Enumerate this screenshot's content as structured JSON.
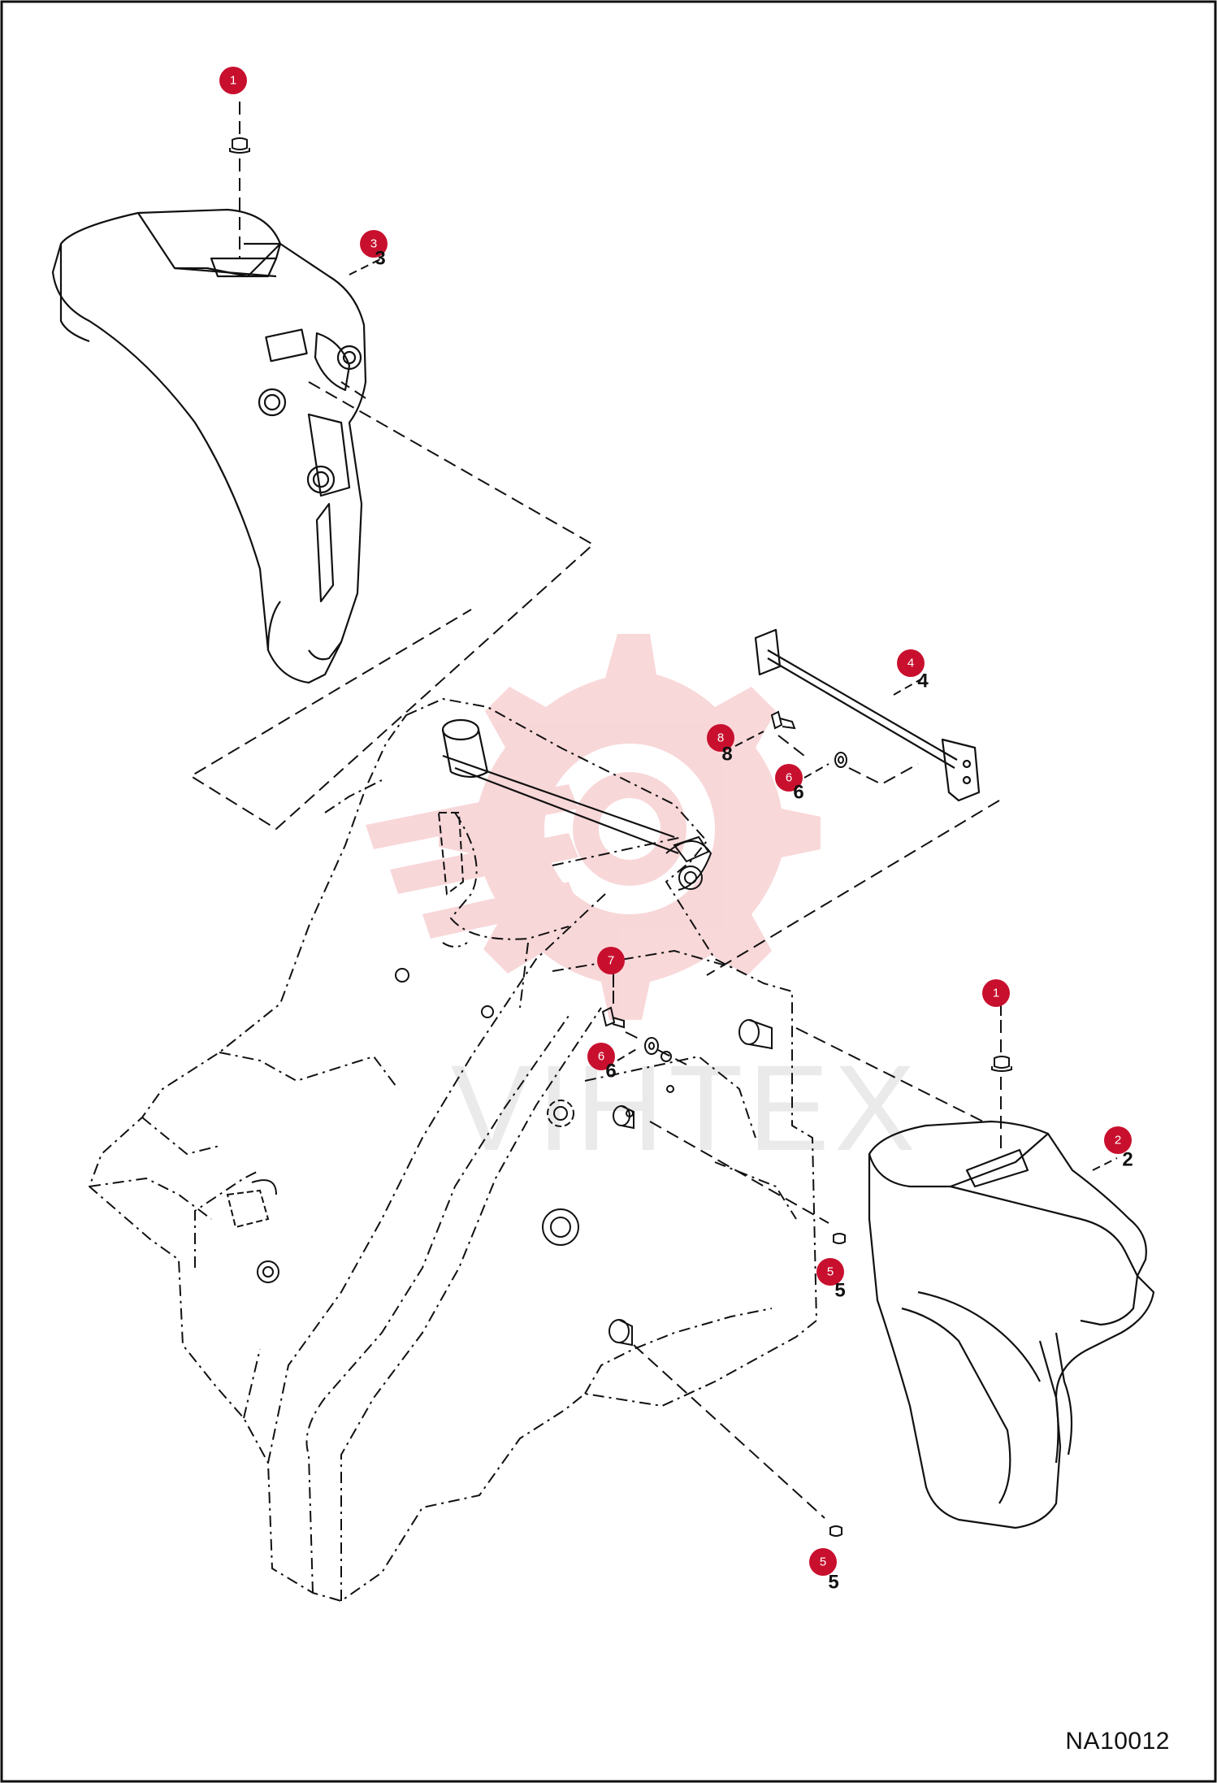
{
  "drawing": {
    "code": "NA10012",
    "callout_color": "#c8102e",
    "watermark_text": "VIHTEX",
    "watermark_color": "#f4b8bb"
  },
  "callouts": [
    {
      "id": "c1",
      "number": "1",
      "ref": ""
    },
    {
      "id": "c2",
      "number": "3",
      "ref": "3"
    },
    {
      "id": "c3",
      "number": "4",
      "ref": "4"
    },
    {
      "id": "c4",
      "number": "8",
      "ref": "8"
    },
    {
      "id": "c5",
      "number": "6",
      "ref": "6"
    },
    {
      "id": "c6",
      "number": "7",
      "ref": ""
    },
    {
      "id": "c7",
      "number": "6",
      "ref": "6"
    },
    {
      "id": "c8",
      "number": "1",
      "ref": ""
    },
    {
      "id": "c9",
      "number": "2",
      "ref": "2"
    },
    {
      "id": "c10",
      "number": "5",
      "ref": "5"
    },
    {
      "id": "c11",
      "number": "5",
      "ref": "5"
    }
  ]
}
